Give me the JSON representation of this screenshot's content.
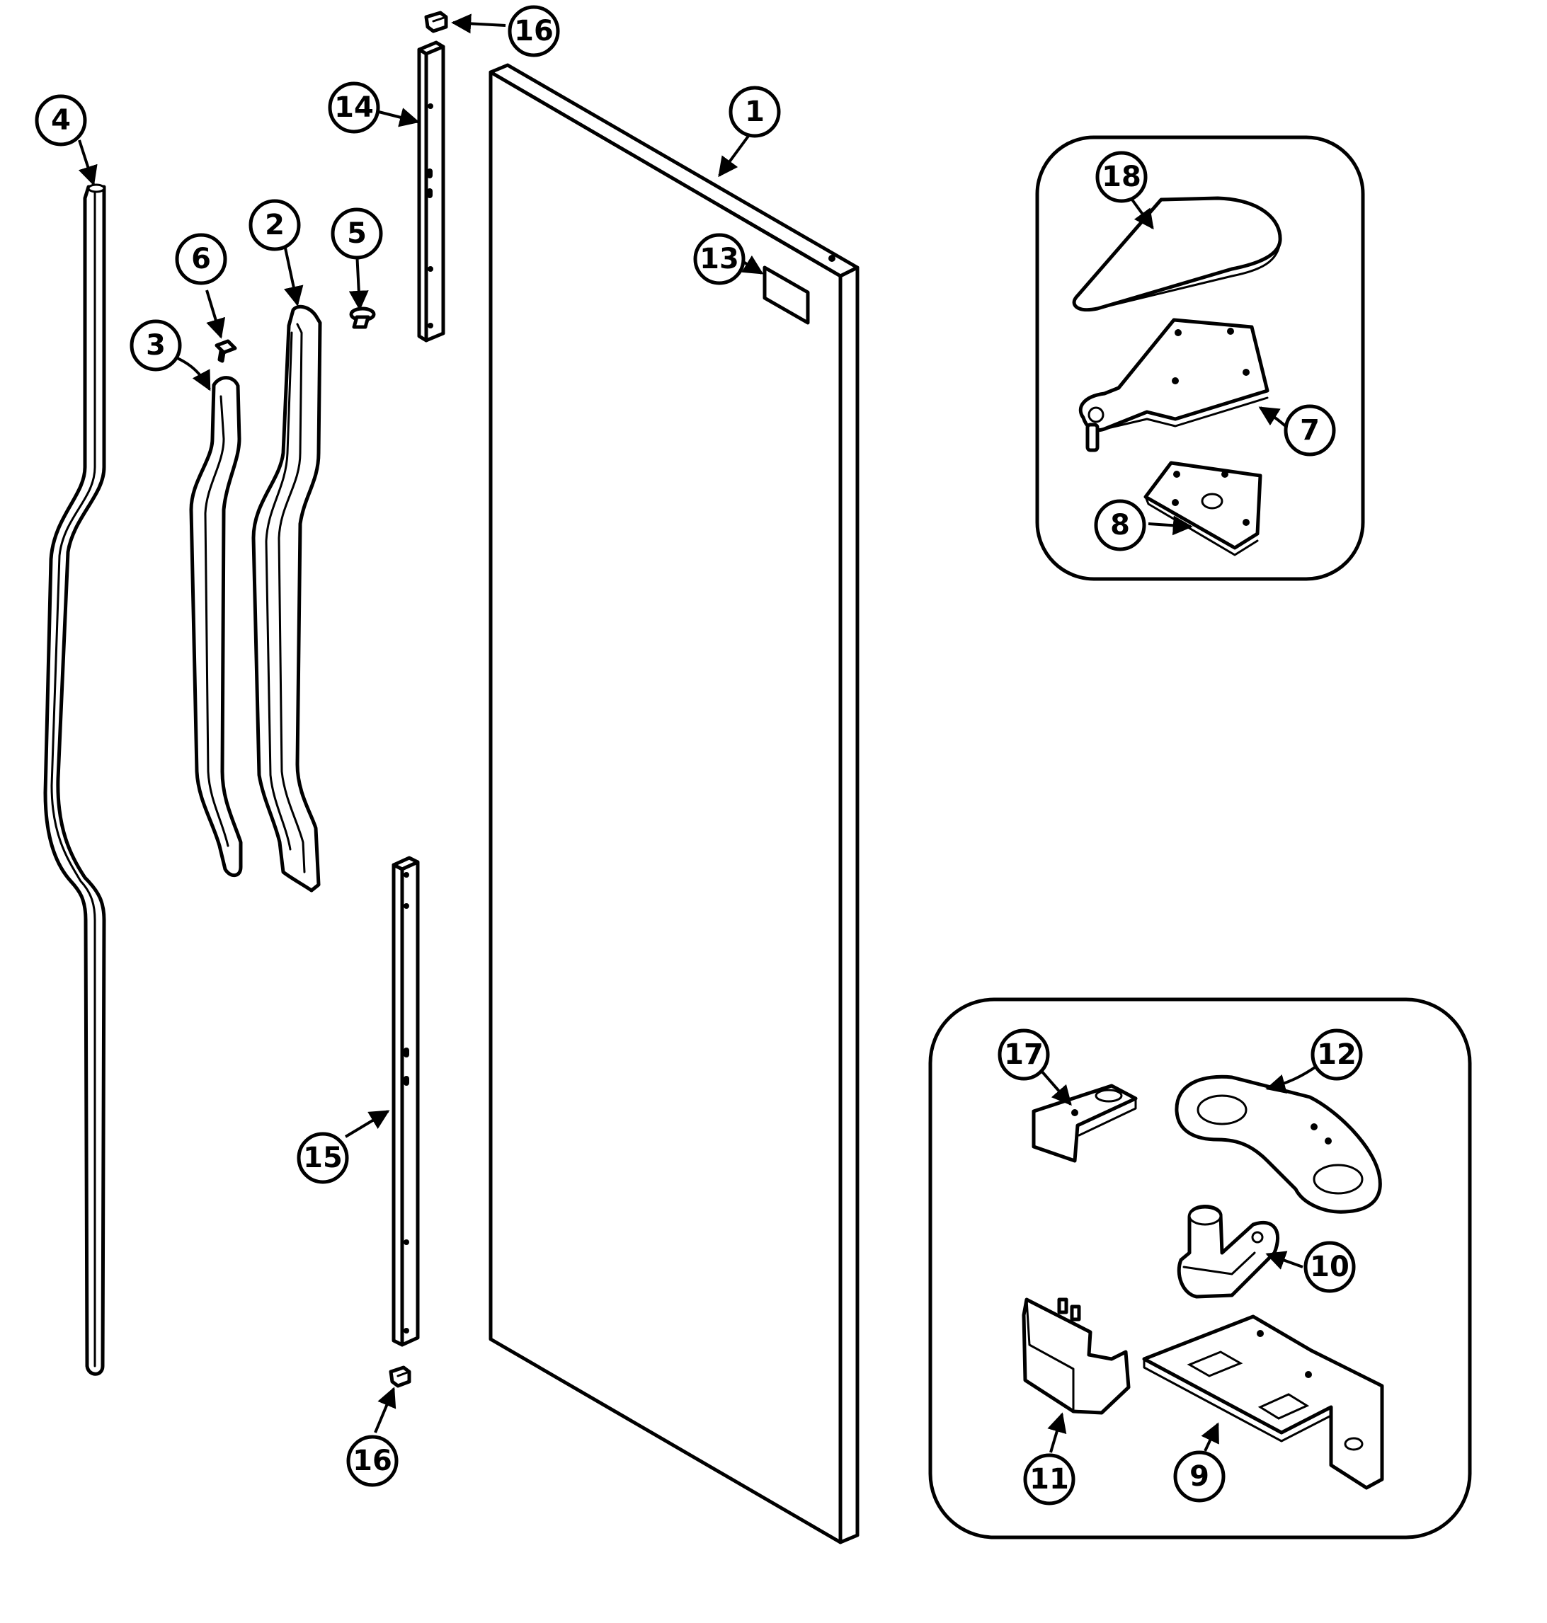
{
  "callouts": [
    {
      "id": "1",
      "label": "1"
    },
    {
      "id": "2",
      "label": "2"
    },
    {
      "id": "3",
      "label": "3"
    },
    {
      "id": "4",
      "label": "4"
    },
    {
      "id": "5",
      "label": "5"
    },
    {
      "id": "6",
      "label": "6"
    },
    {
      "id": "7",
      "label": "7"
    },
    {
      "id": "8",
      "label": "8"
    },
    {
      "id": "9",
      "label": "9"
    },
    {
      "id": "10",
      "label": "10"
    },
    {
      "id": "11",
      "label": "11"
    },
    {
      "id": "12",
      "label": "12"
    },
    {
      "id": "13",
      "label": "13"
    },
    {
      "id": "14",
      "label": "14"
    },
    {
      "id": "15",
      "label": "15"
    },
    {
      "id": "16a",
      "label": "16"
    },
    {
      "id": "16b",
      "label": "16"
    },
    {
      "id": "17",
      "label": "17"
    },
    {
      "id": "18",
      "label": "18"
    }
  ]
}
